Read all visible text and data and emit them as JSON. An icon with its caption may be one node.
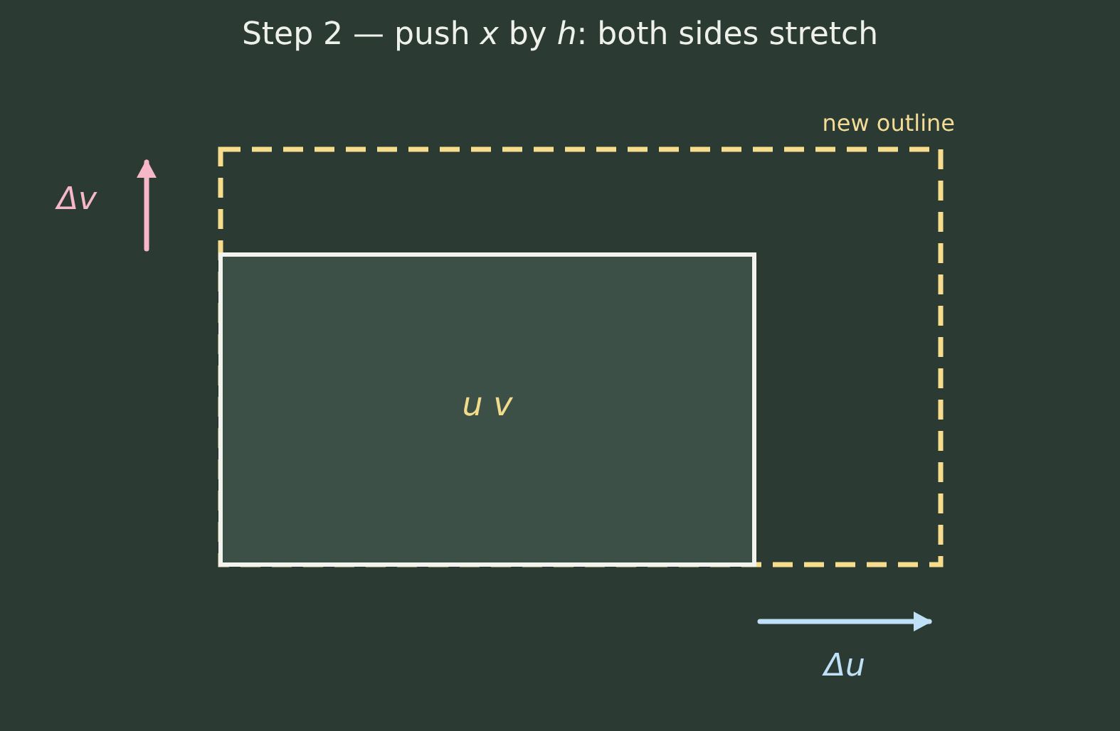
{
  "diagram": {
    "title": "Step 2 — push *x* by *h*: both sides stretch",
    "nodes": [
      {
        "text": [
          "new outline"
        ]
      },
      {
        "text": [
          "u v"
        ],
        "in": 0
      }
    ],
    "edges": [],
    "labels": [
      "Δv",
      "Δu"
    ]
  }
}
